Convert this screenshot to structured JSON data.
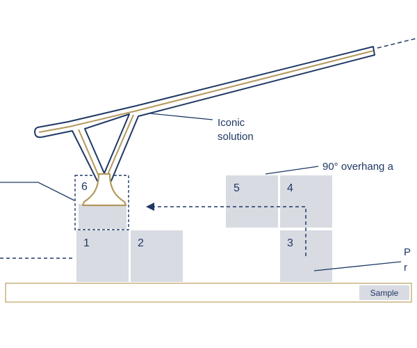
{
  "diagram": {
    "labels": {
      "iconic_line1": "Iconic",
      "iconic_line2": "solution",
      "overhang": "90° overhang a",
      "right_cut_line1": "P",
      "right_cut_line2": "r",
      "sample": "Sample"
    },
    "blocks": {
      "b1": "1",
      "b2": "2",
      "b3": "3",
      "b4": "4",
      "b5": "5",
      "b6": "6"
    },
    "colors": {
      "navy": "#1f3864",
      "gold": "#b3985c",
      "block_gray": "#d8dbe2",
      "bar_outline": "#c9b27f"
    }
  }
}
